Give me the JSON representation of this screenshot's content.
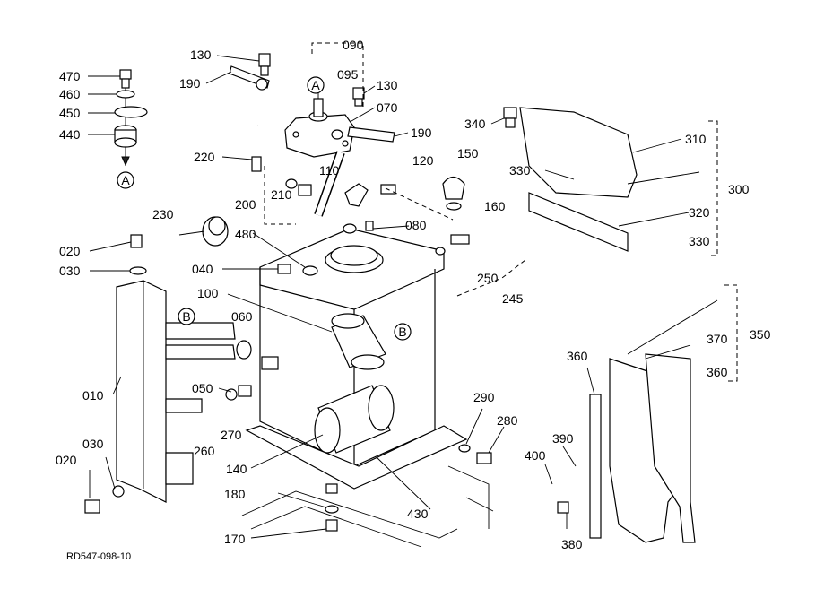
{
  "ref_code": "RD547-098-10",
  "callouts": {
    "c470": "470",
    "c460": "460",
    "c450": "450",
    "c440": "440",
    "c130a": "130",
    "c190a": "190",
    "c090": "090",
    "c095": "095",
    "c130b": "130",
    "c070": "070",
    "c190b": "190",
    "c220": "220",
    "c210": "210",
    "c200": "200",
    "c110": "110",
    "c120": "120",
    "c150": "150",
    "c160": "160",
    "c230": "230",
    "c480": "480",
    "c080": "080",
    "c020a": "020",
    "c030a": "030",
    "c040": "040",
    "c100": "100",
    "c060": "060",
    "c250": "250",
    "c245": "245",
    "c340": "340",
    "c310": "310",
    "c330a": "330",
    "c300": "300",
    "c320": "320",
    "c330b": "330",
    "c350": "350",
    "c370": "370",
    "c360a": "360",
    "c360b": "360",
    "c010": "010",
    "c050": "050",
    "c270": "270",
    "c260": "260",
    "c030b": "030",
    "c020b": "020",
    "c140": "140",
    "c290": "290",
    "c280": "280",
    "c390": "390",
    "c400": "400",
    "c180": "180",
    "c430": "430",
    "c170": "170",
    "c380": "380"
  },
  "ref_marks": {
    "a_top": "A",
    "a_bottom": "A",
    "b_left": "B",
    "b_right": "B"
  }
}
